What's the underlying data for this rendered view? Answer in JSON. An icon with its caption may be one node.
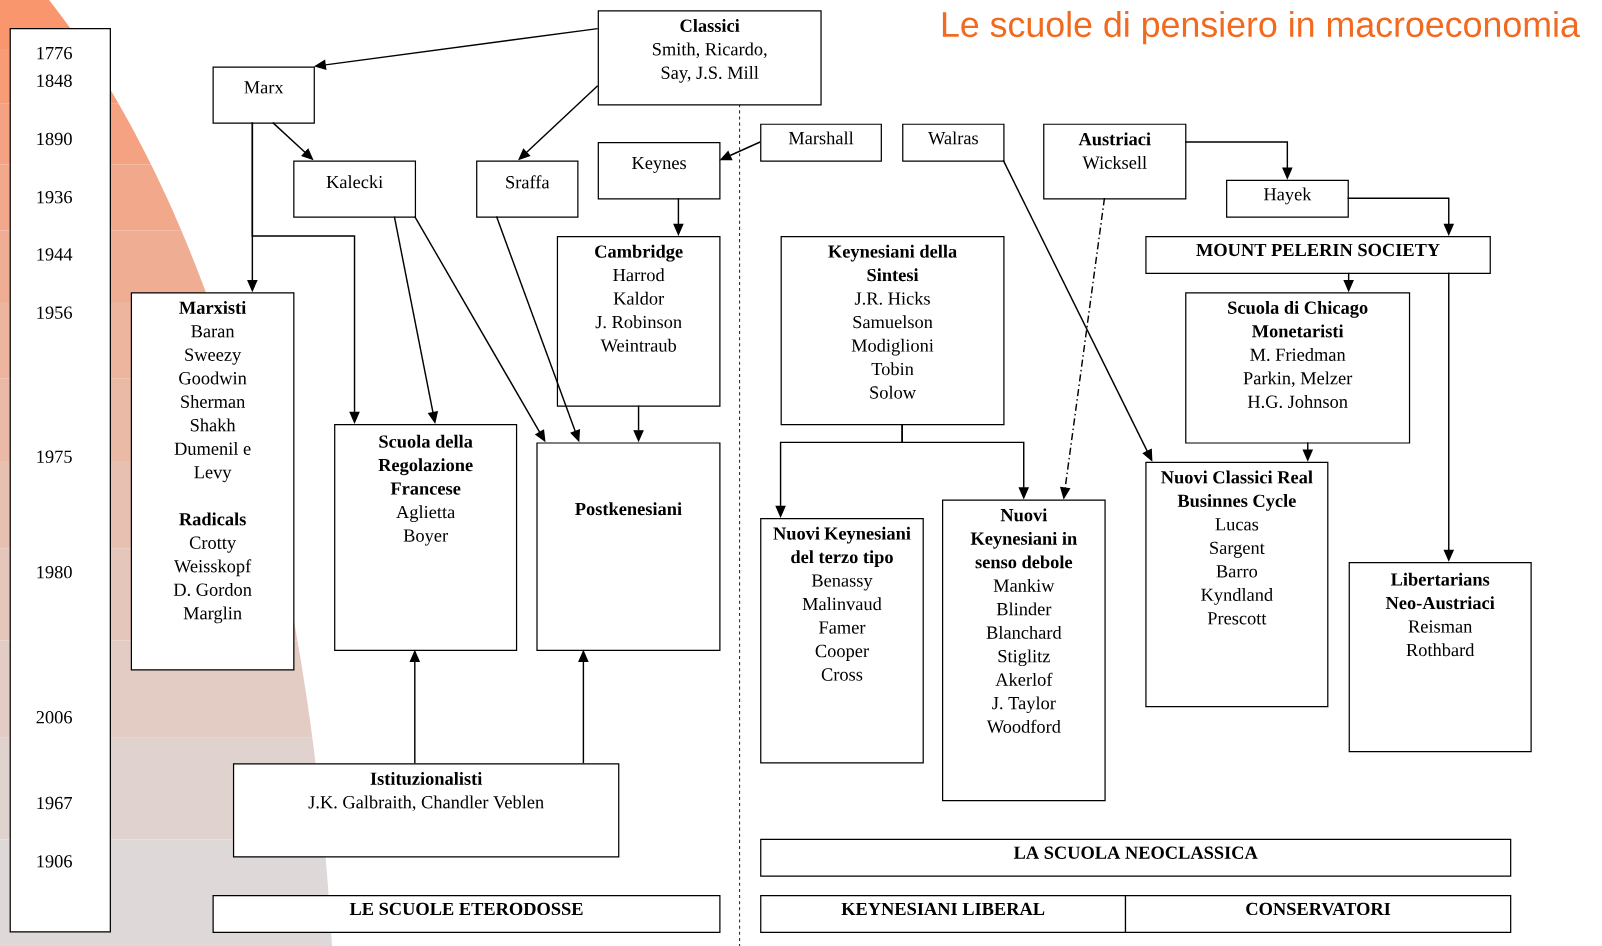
{
  "diagram": {
    "title": "Le scuole di pensiero in macroeconomia",
    "nodes": [
      {
        "text": [
          "Classici",
          "Smith, Ricardo, Say, J.S. Mill"
        ]
      },
      {
        "text": [
          "Marx"
        ]
      },
      {
        "text": [
          "Kalecki"
        ]
      },
      {
        "text": [
          "Sraffa"
        ]
      },
      {
        "text": [
          "Keynes"
        ]
      },
      {
        "text": [
          "Marshall"
        ]
      },
      {
        "text": [
          "Walras"
        ]
      },
      {
        "text": [
          "Austriaci",
          "Wicksell"
        ]
      },
      {
        "text": [
          "Hayek"
        ]
      },
      {
        "text": [
          "MOUNT PELERIN SOCIETY"
        ]
      },
      {
        "text": [
          "Marxisti",
          "Baran",
          "Sweezy",
          "Goodwin",
          "Sherman",
          "Shakh",
          "Dumenil e Levy",
          "Radicals",
          "Crotty",
          "Weisskopf",
          "D. Gordon",
          "Marglin"
        ]
      },
      {
        "text": [
          "Cambridge",
          "Harrod",
          "Kaldor",
          "J. Robinson",
          "Weintraub"
        ]
      },
      {
        "text": [
          "Keynesiani della Sintesi",
          "J.R. Hicks",
          "Samuelson",
          "Modiglioni",
          "Tobin",
          "Solow"
        ]
      },
      {
        "text": [
          "Scuola di Chicago Monetaristi",
          "M. Friedman",
          "Parkin, Melzer",
          "H.G. Johnson"
        ]
      },
      {
        "text": [
          "Scuola della Regolazione Francese",
          "Aglietta",
          "Boyer"
        ]
      },
      {
        "text": [
          "Postkenesiani"
        ]
      },
      {
        "text": [
          "Nuovi Classici Real Businnes Cycle",
          "Lucas",
          "Sargent",
          "Barro",
          "Kyndland",
          "Prescott"
        ]
      },
      {
        "text": [
          "Nuovi Keynesiani del terzo tipo",
          "Benassy",
          "Malinvaud",
          "Famer",
          "Cooper",
          "Cross"
        ]
      },
      {
        "text": [
          "Nuovi Keynesiani in senso debole",
          "Mankiw",
          "Blinder",
          "Blanchard",
          "Stiglitz",
          "Akerlof",
          "J. Taylor",
          "Woodford"
        ]
      },
      {
        "text": [
          "Libertarians Neo-Austriaci",
          "Reisman",
          "Rothbard"
        ]
      },
      {
        "text": [
          "Istituzionalisti",
          "J.K. Galbraith, Chandler Veblen"
        ]
      },
      {
        "text": [
          "LE SCUOLE ETERODOSSE"
        ]
      },
      {
        "text": [
          "LA SCUOLA NEOCLASSICA"
        ]
      },
      {
        "text": [
          "KEYNESIANI LIBERAL"
        ]
      },
      {
        "text": [
          "CONSERVATORI"
        ]
      }
    ],
    "edges": [
      {
        "from": 0,
        "to": 1,
        "arrow": "to"
      },
      {
        "from": 0,
        "to": 3,
        "arrow": "to"
      },
      {
        "from": 5,
        "to": 4,
        "arrow": "to"
      },
      {
        "from": 1,
        "to": 2,
        "arrow": "to"
      },
      {
        "from": 1,
        "to": 10,
        "arrow": "to"
      },
      {
        "from": 1,
        "to": 14,
        "arrow": "to"
      },
      {
        "from": 2,
        "to": 14,
        "arrow": "to"
      },
      {
        "from": 2,
        "to": 15,
        "arrow": "to"
      },
      {
        "from": 3,
        "to": 15,
        "arrow": "to"
      },
      {
        "from": 4,
        "to": 11,
        "arrow": "to"
      },
      {
        "from": 11,
        "to": 15,
        "arrow": "to"
      },
      {
        "from": 6,
        "to": 16,
        "arrow": "to"
      },
      {
        "from": 7,
        "to": 8,
        "arrow": "to"
      },
      {
        "from": 8,
        "to": 9,
        "arrow": "to"
      },
      {
        "from": 9,
        "to": 13,
        "arrow": "to"
      },
      {
        "from": 9,
        "to": 19,
        "arrow": "to"
      },
      {
        "from": 13,
        "to": 16,
        "arrow": "to"
      },
      {
        "from": 7,
        "to": 18,
        "arrow": "to",
        "style": "dashed"
      },
      {
        "from": 12,
        "to": 17,
        "arrow": "to"
      },
      {
        "from": 12,
        "to": 18,
        "arrow": "to"
      },
      {
        "from": 20,
        "to": 14,
        "arrow": "to"
      },
      {
        "from": 20,
        "to": 15,
        "arrow": "to"
      }
    ],
    "labels": [
      "1776",
      "1848",
      "1890",
      "1936",
      "1944",
      "1956",
      "1975",
      "1980",
      "2006",
      "1967",
      "1906"
    ]
  }
}
